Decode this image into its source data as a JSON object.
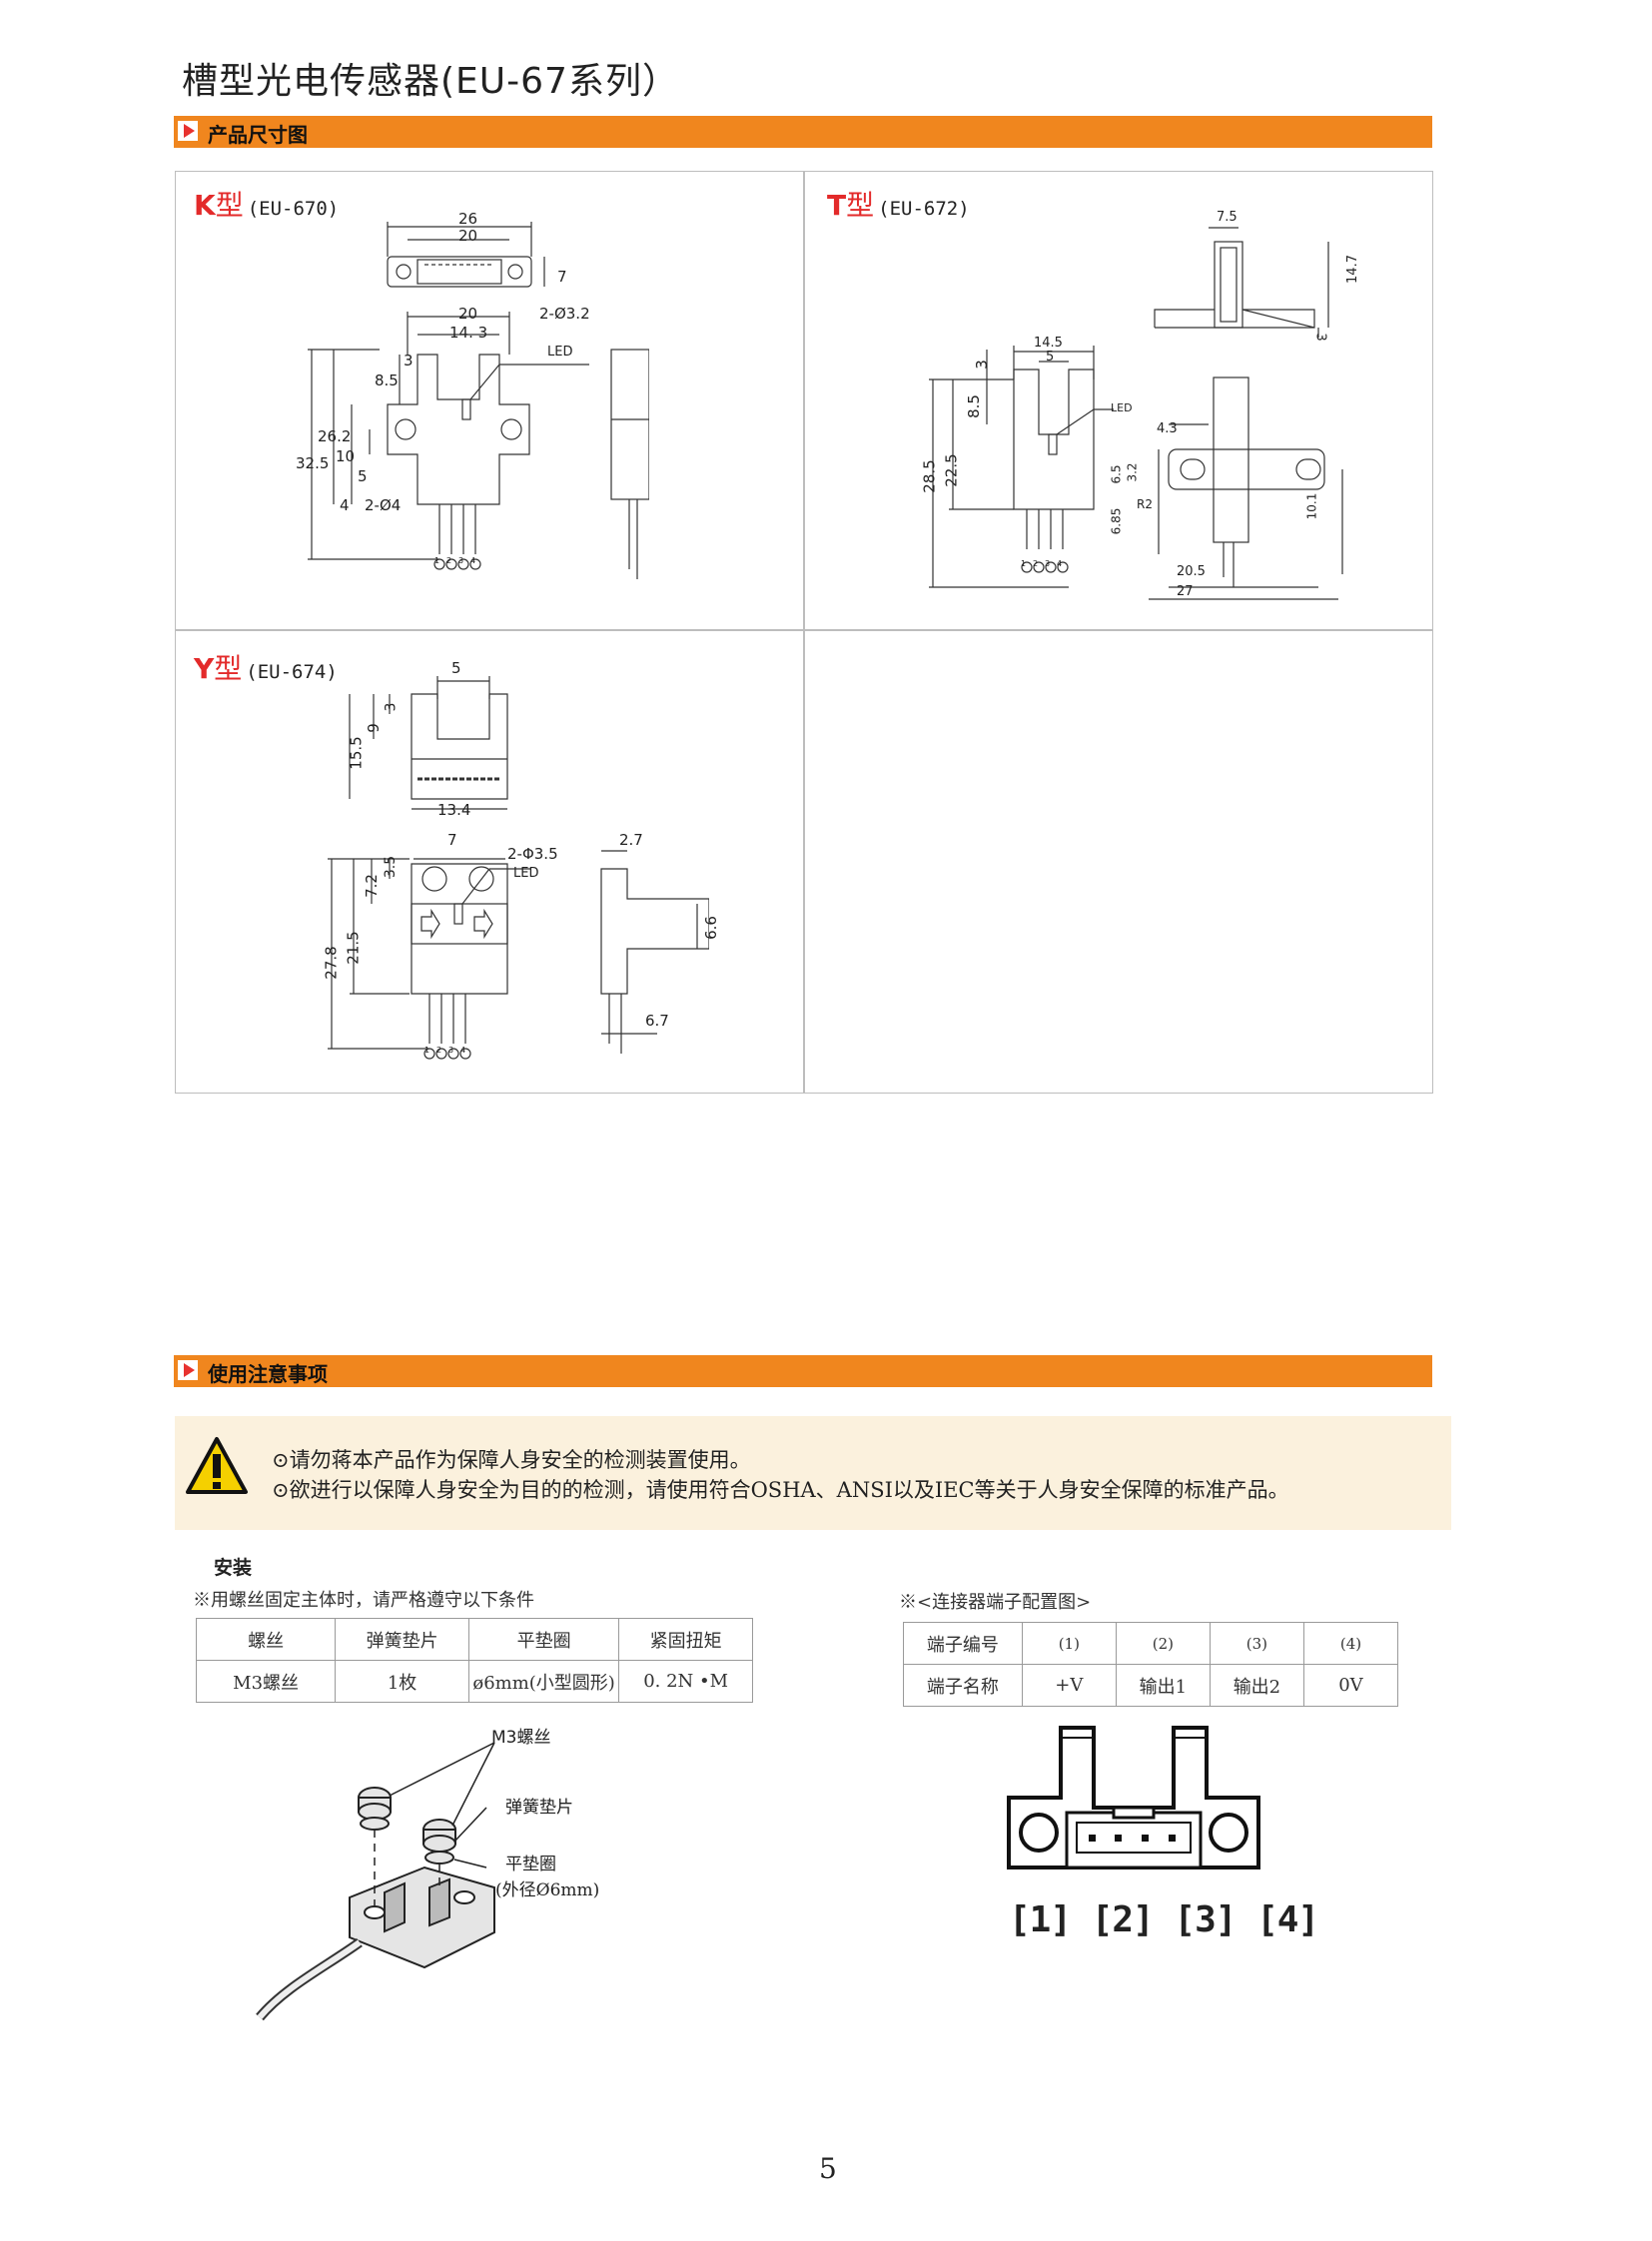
{
  "page_title": "槽型光电传感器(EU-67系列）",
  "section_dimensions": "产品尺寸图",
  "section_notes": "使用注意事项",
  "types": {
    "k": {
      "letter": "K",
      "suffix": "型",
      "model": "(EU-670)"
    },
    "t": {
      "letter": "T",
      "suffix": "型",
      "model": "(EU-672)"
    },
    "y": {
      "letter": "Y",
      "suffix": "型",
      "model": "(EU-674)"
    }
  },
  "k_dims": {
    "d26": "26",
    "d20a": "20",
    "d7": "7",
    "hole": "2-Ø3.2",
    "d20b": "20",
    "d143": "14. 3",
    "led": "LED",
    "d3": "3",
    "d85": "8.5",
    "d325": "32.5",
    "d262": "26.2",
    "d10": "10",
    "d5": "5",
    "d4": "4",
    "hole2": "2-Ø4",
    "pins": [
      "1",
      "2",
      "3",
      "4"
    ]
  },
  "t_dims": {
    "d75": "7.5",
    "d147": "14.7",
    "d3b": "3",
    "d145": "14.5",
    "d5": "5",
    "d3": "3",
    "d85": "8.5",
    "led": "LED",
    "d43": "4.3",
    "d285": "28.5",
    "d225": "22.5",
    "d65": "6.5",
    "d32": "3.2",
    "r2": "R2",
    "d685": "6.85",
    "d101": "10.1",
    "d205": "20.5",
    "d27": "27",
    "pins": [
      "1",
      "2",
      "3",
      "4"
    ]
  },
  "y_dims": {
    "d5": "5",
    "d3": "3",
    "d9": "9",
    "d155": "15.5",
    "d134": "13.4",
    "d7": "7",
    "hole": "2-Φ3.5",
    "d27": "2.7",
    "led": "LED",
    "d35": "3.5",
    "d72": "7.2",
    "d66": "6.6",
    "d278": "27.8",
    "d215": "21.5",
    "d67": "6.7",
    "pins": [
      "1",
      "2",
      "3",
      "4"
    ]
  },
  "warnings": [
    "⊙请勿蒋本产品作为保障人身安全的检测装置使用。",
    "⊙欲进行以保障人身安全为目的的检测，请使用符合OSHA、ANSI以及IEC等关于人身安全保障的标准产品。"
  ],
  "install": {
    "title": "安装",
    "note": "※用螺丝固定主体时，请严格遵守以下条件",
    "headers": [
      "螺丝",
      "弹簧垫片",
      "平垫圈",
      "紧固扭矩"
    ],
    "row": [
      "M3螺丝",
      "1枚",
      "ø6mm(小型圆形)",
      "0. 2N •M"
    ],
    "callout_screw": "M3螺丝",
    "callout_spring": "弹簧垫片",
    "callout_washer": "平垫圈",
    "callout_washer_od": "(外径Ø6mm)"
  },
  "connector": {
    "note": "※<连接器端子配置图>",
    "row1": [
      "端子编号",
      "(1)",
      "(2)",
      "(3)",
      "(4)"
    ],
    "row2": [
      "端子名称",
      "+V",
      "输出1",
      "输出2",
      "0V"
    ],
    "pin_labels": "[1] [2] [3] [4]"
  },
  "page_number": "5"
}
